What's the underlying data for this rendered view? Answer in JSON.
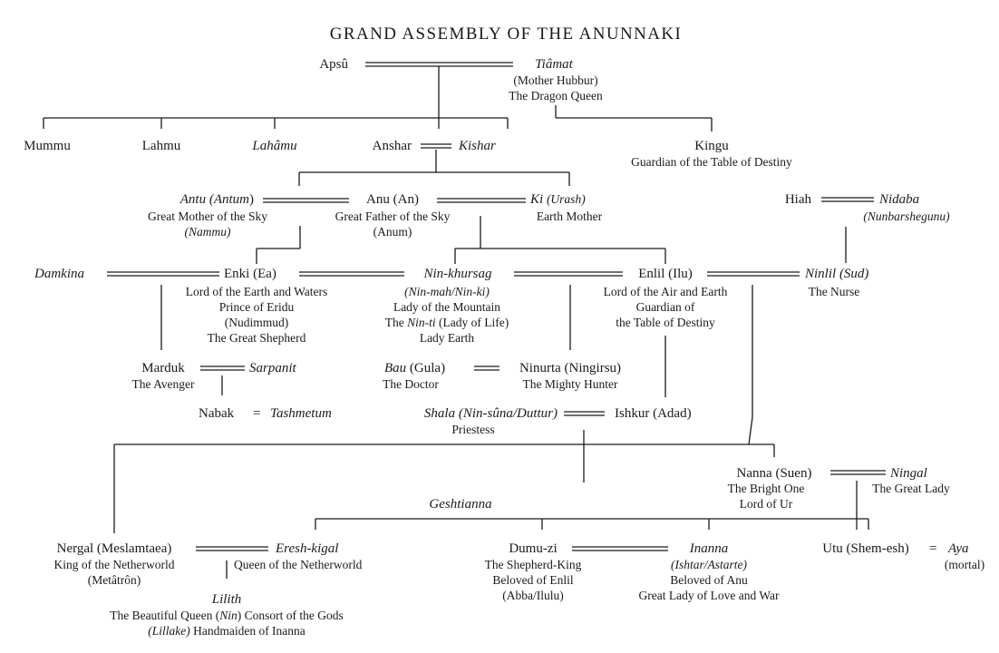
{
  "title": "GRAND ASSEMBLY OF THE ANUNNAKI",
  "line_color": "#1a1a1a",
  "nodes": {
    "apsu": "Apsû",
    "tiamat": "Tiâmat",
    "tiamat_d1": "(Mother Hubbur)",
    "tiamat_d2": "The Dragon Queen",
    "mummu": "Mummu",
    "lahmu": "Lahmu",
    "lahamu": "Lahâmu",
    "anshar": "Anshar",
    "kishar": "Kishar",
    "kingu": "Kingu",
    "kingu_d1": "Guardian of the Table of Destiny",
    "antu_a": "Antu (",
    "antu_b": "Antum",
    "antu_c": ")",
    "antu_d1": "Great Mother of the Sky",
    "antu_d2": "(Nammu)",
    "anu": "Anu (An)",
    "anu_d1": "Great Father of the Sky",
    "anu_d2": "(Anum)",
    "ki_a": "Ki",
    "ki_b": "(Urash)",
    "ki_d1": "Earth Mother",
    "hiah": "Hiah",
    "nidaba": "Nidaba",
    "nidaba_d1": "(Nunbarshegunu)",
    "damkina": "Damkina",
    "enki": "Enki (Ea)",
    "enki_d1": "Lord of the Earth and Waters",
    "enki_d2": "Prince of Eridu",
    "enki_d3": "(Nudimmud)",
    "enki_d4": "The Great Shepherd",
    "ninkhursag": "Nin-khursag",
    "ninkhursag_d1": "(Nin-mah/Nin-ki)",
    "ninkhursag_d2": "Lady of the Mountain",
    "ninkhursag_d3a": "The ",
    "ninkhursag_d3b": "Nin-ti",
    "ninkhursag_d3c": " (Lady of Life)",
    "ninkhursag_d4": "Lady Earth",
    "enlil": "Enlil (Ilu)",
    "enlil_d1": "Lord of the Air and Earth",
    "enlil_d2": "Guardian of",
    "enlil_d3": "the Table of Destiny",
    "ninlil_a": "Ninlil",
    "ninlil_b": "(Sud)",
    "ninlil_d1": "The Nurse",
    "marduk": "Marduk",
    "marduk_d1": "The Avenger",
    "sarpanit": "Sarpanit",
    "nabak": "Nabak",
    "eq": "=",
    "tashmetum": "Tashmetum",
    "bau_a": "Bau",
    "bau_b": "(Gula)",
    "bau_d1": "The Doctor",
    "ninurta": "Ninurta (Ningirsu)",
    "ninurta_d1": "The Mighty Hunter",
    "shala_a": "Shala",
    "shala_b": "(Nin-sûna/Duttur)",
    "shala_d1": "Priestess",
    "ishkur": "Ishkur (Adad)",
    "nanna": "Nanna (Suen)",
    "nanna_d1": "The Bright One",
    "nanna_d2": "Lord of Ur",
    "ningal": "Ningal",
    "ningal_d1": "The Great Lady",
    "geshtianna": "Geshtianna",
    "nergal": "Nergal (Meslamtaea)",
    "nergal_d1": "King of the Netherworld",
    "nergal_d2": "(Metâtrôn)",
    "ereshkigal": "Eresh-kigal",
    "ereshkigal_d1": "Queen of the Netherworld",
    "lilith": "Lilith",
    "lilith_d1a": "The Beautiful Queen (",
    "lilith_d1b": "Nin",
    "lilith_d1c": ") Consort of the Gods",
    "lilith_d2a": "(Lillake)",
    "lilith_d2b": " Handmaiden of Inanna",
    "dumuzi": "Dumu-zi",
    "dumuzi_d1": "The Shepherd-King",
    "dumuzi_d2": "Beloved of Enlil",
    "dumuzi_d3": "(Abba/Ilulu)",
    "inanna": "Inanna",
    "inanna_d1": "(Ishtar/Astarte)",
    "inanna_d2": "Beloved of Anu",
    "inanna_d3": "Great Lady of Love and War",
    "utu": "Utu (Shem-esh)",
    "aya": "Aya",
    "aya_d1": "(mortal)"
  }
}
